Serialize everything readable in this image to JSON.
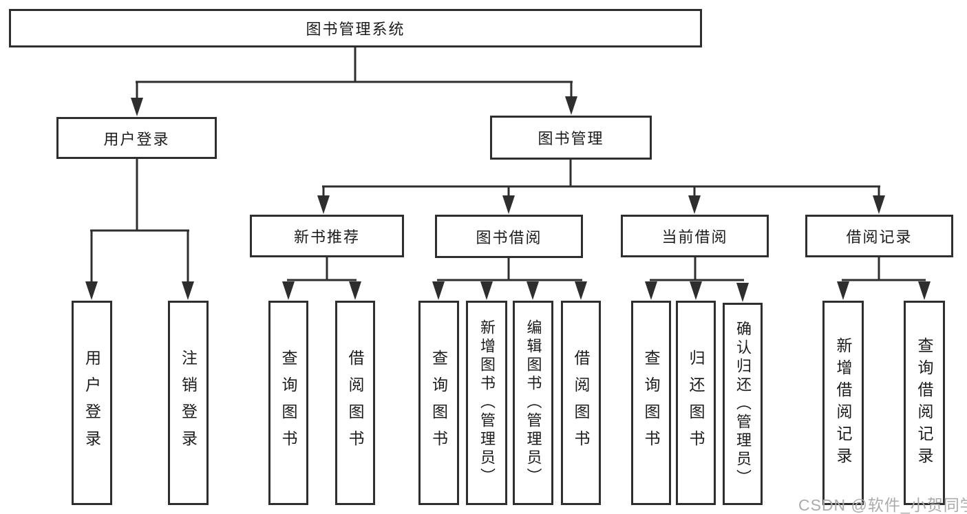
{
  "diagram": {
    "root": "图书管理系统",
    "branches": [
      {
        "label": "用户登录",
        "children": [
          "用户登录",
          "注销登录"
        ]
      },
      {
        "label": "图书管理",
        "sections": [
          {
            "label": "新书推荐",
            "children": [
              "查询图书",
              "借阅图书"
            ]
          },
          {
            "label": "图书借阅",
            "children": [
              "查询图书",
              "新增图书（管理员）",
              "编辑图书（管理员）",
              "借阅图书"
            ]
          },
          {
            "label": "当前借阅",
            "children": [
              "查询图书",
              "归还图书",
              "确认归还（管理员）"
            ]
          },
          {
            "label": "借阅记录",
            "children": [
              "新增借阅记录",
              "查询借阅记录"
            ]
          }
        ]
      }
    ]
  },
  "watermark": {
    "text": "CSDN @软件_小贺同学"
  },
  "colors": {
    "line": "#2e2e2e",
    "text": "#1c1c1c",
    "watermark": "#ababab",
    "background": "#ffffff"
  }
}
